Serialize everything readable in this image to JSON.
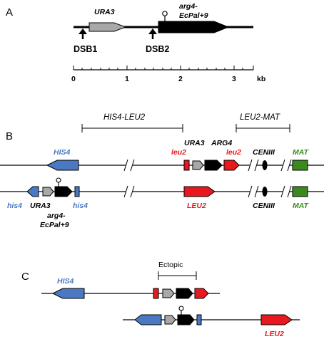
{
  "panels": {
    "a": "A",
    "b": "B",
    "c": "C"
  },
  "colors": {
    "blue": "#4A78C2",
    "red": "#E8191E",
    "green": "#3A8A1E",
    "gray": "#A8A8A8",
    "black": "#000000"
  },
  "panel_a": {
    "ura3_label": "URA3",
    "arg4_label_line1": "arg4-",
    "arg4_label_line2": "EcPal+9",
    "dsb1_label": "DSB1",
    "dsb2_label": "DSB2",
    "scale_ticks": [
      "0",
      "1",
      "2",
      "3"
    ],
    "scale_unit": "kb"
  },
  "panel_b": {
    "bracket_his4_leu2": "HIS4-LEU2",
    "bracket_leu2_mat": "LEU2-MAT",
    "top": {
      "his4": "HIS4",
      "leu2_left": "leu2",
      "ura3": "URA3",
      "arg4": "ARG4",
      "leu2_right": "leu2",
      "cen": "CENIII",
      "mat": "MAT"
    },
    "bottom": {
      "his4_left": "his4",
      "ura3": "URA3",
      "his4_right": "his4",
      "arg4_line1": "arg4-",
      "arg4_line2": "EcPal+9",
      "leu2": "LEU2",
      "cen": "CENIII",
      "mat": "MAT"
    }
  },
  "panel_c": {
    "bracket_label": "Ectopic",
    "his4": "HIS4",
    "leu2": "LEU2"
  }
}
